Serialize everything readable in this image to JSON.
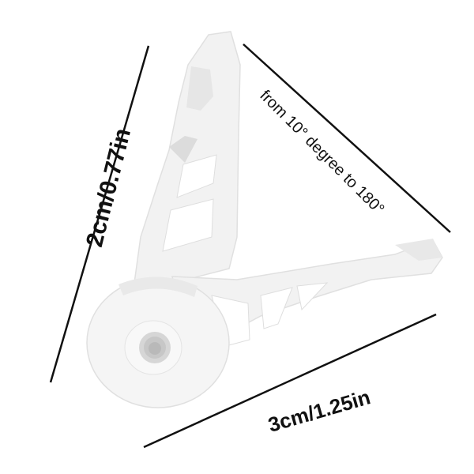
{
  "dimensions": {
    "height_label": "2cm/0.77in",
    "width_label": "3cm/1.25in",
    "angle_label": "from 10° degree to 180°"
  },
  "product": {
    "color": "#f3f3f3",
    "shadow_color": "#d9d9d9"
  }
}
